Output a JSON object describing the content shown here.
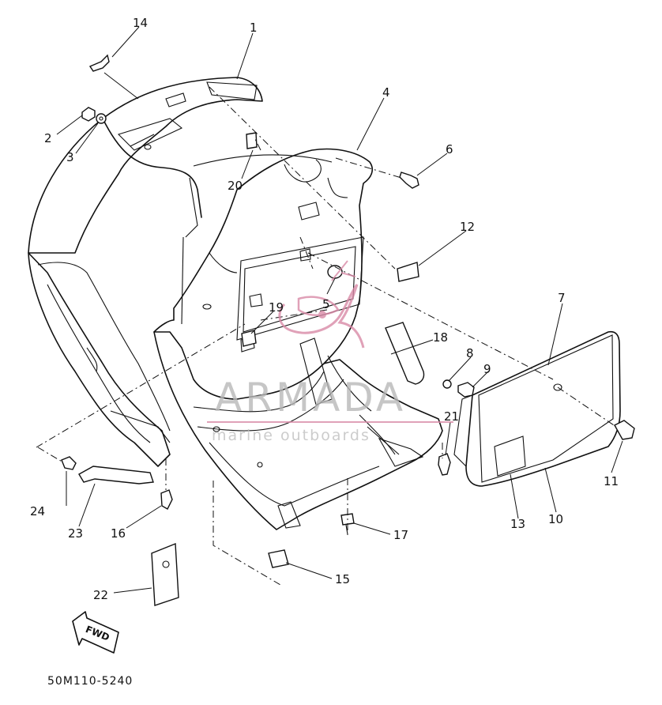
{
  "diagram": {
    "drawing_code": "50M110-5240",
    "direction_arrow_label": "FWD",
    "watermark": {
      "brand": "ARMADA",
      "tagline": "marine outboards"
    },
    "callouts": [
      "1",
      "2",
      "3",
      "4",
      "5",
      "6",
      "7",
      "8",
      "9",
      "10",
      "11",
      "12",
      "13",
      "14",
      "15",
      "16",
      "17",
      "18",
      "19",
      "20",
      "21",
      "22",
      "23",
      "24"
    ]
  }
}
